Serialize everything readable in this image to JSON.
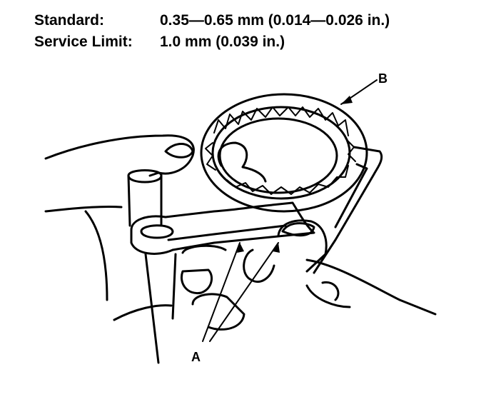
{
  "specs": {
    "standard_label": "Standard:",
    "standard_value": "0.35—0.65 mm (0.014—0.026 in.)",
    "service_label": "Service Limit:",
    "service_value": "1.0 mm (0.039 in.)"
  },
  "callouts": {
    "a": "A",
    "b": "B"
  },
  "colors": {
    "ink": "#000000",
    "paper": "#ffffff"
  }
}
